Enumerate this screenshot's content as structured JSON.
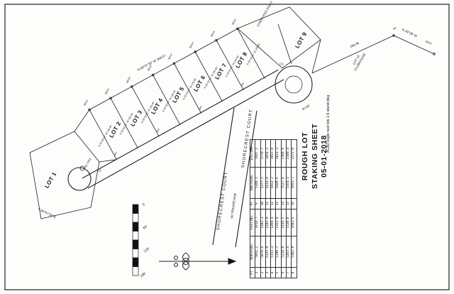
{
  "title_block": {
    "line1": "ROUGH LOT",
    "line2": "STAKING SHEET",
    "line3": "05-01-2018"
  },
  "file_note": "ACAD eagle nest lots 1-9 island.dwg",
  "street": {
    "name": "SHORECREST COURT",
    "name2": "SHORECREST COURT",
    "row_note": "60' PRIVATE R/W"
  },
  "lots": [
    {
      "label": "LOT 1"
    },
    {
      "label": "LOT 2"
    },
    {
      "label": "LOT 3"
    },
    {
      "label": "LOT 4"
    },
    {
      "label": "LOT 5"
    },
    {
      "label": "LOT 6"
    },
    {
      "label": "LOT 7"
    },
    {
      "label": "LOT 8"
    },
    {
      "label": "LOT 9"
    }
  ],
  "clubhouse": {
    "line1": "LOT 10",
    "line2": "CLUBHOUSE"
  },
  "micro": {
    "bent": "BENT",
    "ipf": "IPF",
    "pine": "PINE TREE",
    "computed_point": "COMPUTED POINT",
    "c1": "C1",
    "c2": "C2",
    "radius": "R=50'",
    "dist_168": "168.38",
    "brg_ne": "N 49°29' W",
    "edge_bearing": "N 29°52'41\" W 105.00",
    "back_bearing": "N 60°07'39\" W 268.07",
    "front_bearing": "S 60°07'39\" E"
  },
  "scale": {
    "ticks": [
      "0",
      "60",
      "120",
      "180"
    ]
  },
  "staking_table": {
    "col_headers": [
      "PT",
      "NORTHING",
      "EASTING"
    ],
    "left_rows": [
      [
        "1",
        "5041.2",
        "1018.7"
      ],
      [
        "2",
        "5078.6",
        "1102.3"
      ],
      [
        "3",
        "5115.9",
        "1185.8"
      ],
      [
        "4",
        "5153.3",
        "1269.4"
      ],
      [
        "5",
        "5190.7",
        "1352.9"
      ],
      [
        "6",
        "5228.0",
        "1436.5"
      ],
      [
        "7",
        "5265.4",
        "1520.0"
      ],
      [
        "8",
        "5302.8",
        "1603.6"
      ]
    ],
    "right_rows": [
      [
        "9",
        "5340.1",
        "1687.1"
      ],
      [
        "10",
        "5377.5",
        "1770.7"
      ],
      [
        "11",
        "5414.9",
        "1854.2"
      ],
      [
        "12",
        "5452.2",
        "1937.8"
      ],
      [
        "13",
        "5489.6",
        "2021.3"
      ],
      [
        "14",
        "5527.0",
        "2104.9"
      ],
      [
        "15",
        "5564.3",
        "2188.4"
      ],
      [
        "16",
        "5601.7",
        "2272.0"
      ]
    ]
  }
}
